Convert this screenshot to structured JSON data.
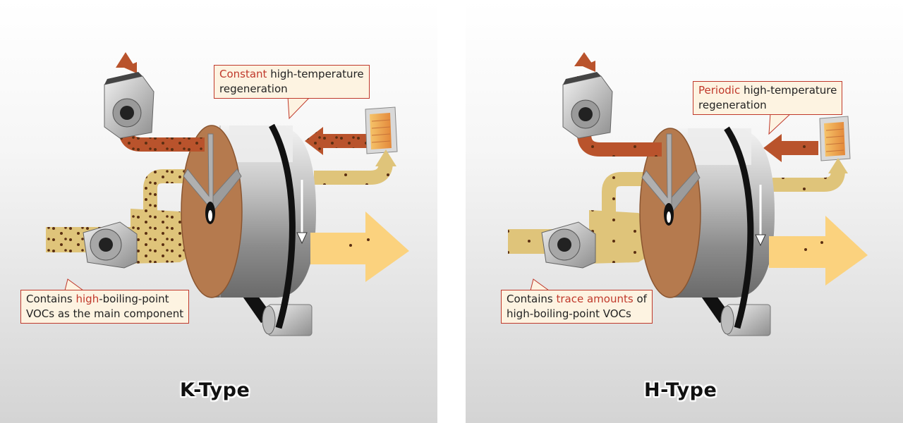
{
  "k_type": {
    "title": "K-Type",
    "regen_label": {
      "highlight": "Constant",
      "rest1": " high-temperature",
      "rest2": "regeneration"
    },
    "voc_label": {
      "prefix": "Contains ",
      "highlight": "high",
      "rest1": "-boiling-point",
      "rest2": "VOCs as the main component"
    }
  },
  "h_type": {
    "title": "H-Type",
    "regen_label": {
      "highlight": "Periodic",
      "rest1": " high-temperature",
      "rest2": "regeneration"
    },
    "voc_label": {
      "prefix": "Contains ",
      "highlight": "trace amounts",
      "rest1": " of",
      "rest2": "high-boiling-point VOCs"
    }
  },
  "colors": {
    "highlight": "#c0392b",
    "hot_air": "#b9532c",
    "process_air": "#dfc47a",
    "clean_air": "#fbd27e",
    "rotor_face": "#b57a4e",
    "callout_bg": "#fdf3e1"
  }
}
